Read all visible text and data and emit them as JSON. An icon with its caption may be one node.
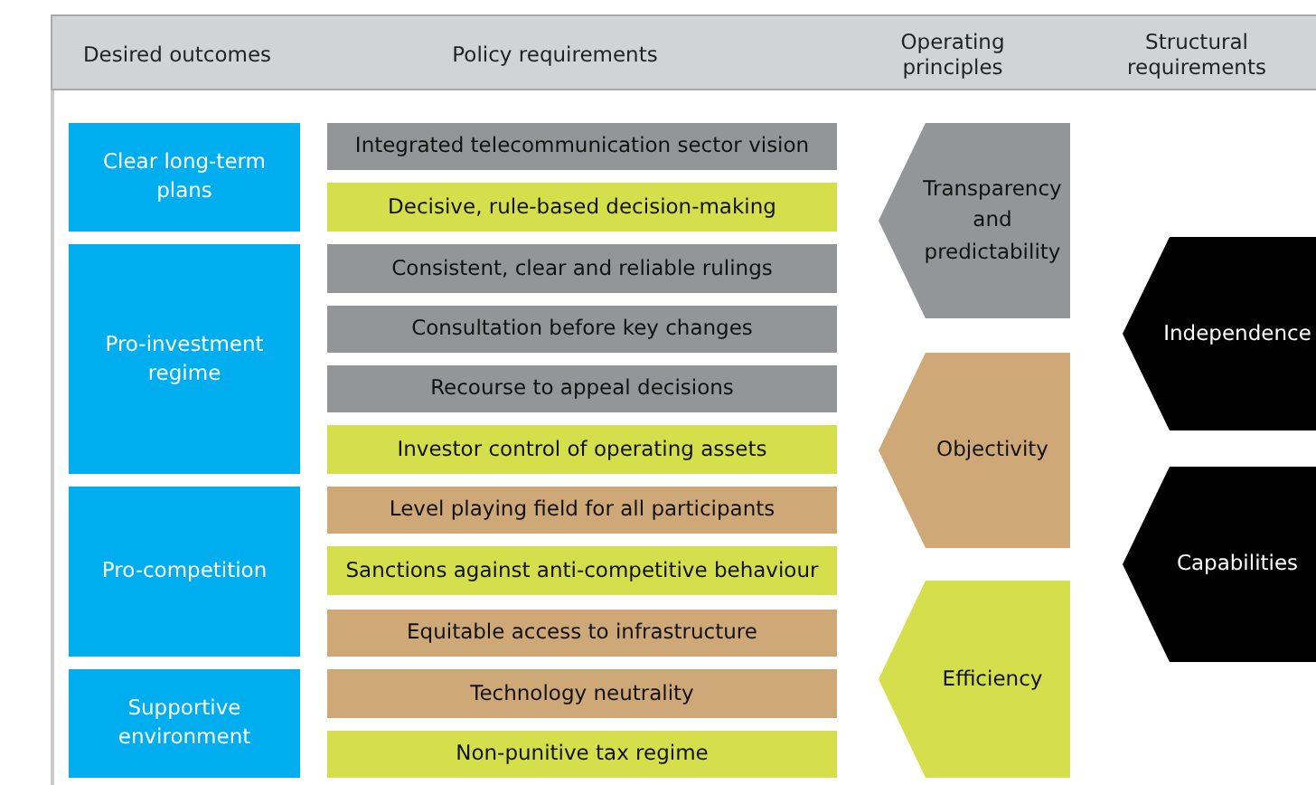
{
  "diagram": {
    "nodes": [
      {
        "text": [
          "Clear long-term plans"
        ]
      },
      {
        "text": [
          "Pro-investment regime"
        ]
      },
      {
        "text": [
          "Pro-competition"
        ]
      },
      {
        "text": [
          "Supportive environment"
        ]
      },
      {
        "text": [
          "Integrated telecommunication sector vision"
        ]
      },
      {
        "text": [
          "Decisive, rule-based decision-making"
        ]
      },
      {
        "text": [
          "Consistent, clear and reliable rulings"
        ]
      },
      {
        "text": [
          "Consultation before key changes"
        ]
      },
      {
        "text": [
          "Recourse to appeal decisions"
        ]
      },
      {
        "text": [
          "Investor control of operating assets"
        ]
      },
      {
        "text": [
          "Level playing field for all participants"
        ]
      },
      {
        "text": [
          "Sanctions against anti-competitive behaviour"
        ]
      },
      {
        "text": [
          "Equitable access to infrastructure"
        ]
      },
      {
        "text": [
          "Technology neutrality"
        ]
      },
      {
        "text": [
          "Non-punitive tax regime"
        ]
      },
      {
        "text": [
          "Transparency and predictability"
        ]
      },
      {
        "text": [
          "Objectivity"
        ]
      },
      {
        "text": [
          "Efficiency"
        ]
      },
      {
        "text": [
          "Independence"
        ]
      },
      {
        "text": [
          "Capabilities"
        ]
      }
    ],
    "labels": [
      "Desired outcomes",
      "Policy requirements",
      "Operating principles",
      "Structural requirements"
    ]
  }
}
